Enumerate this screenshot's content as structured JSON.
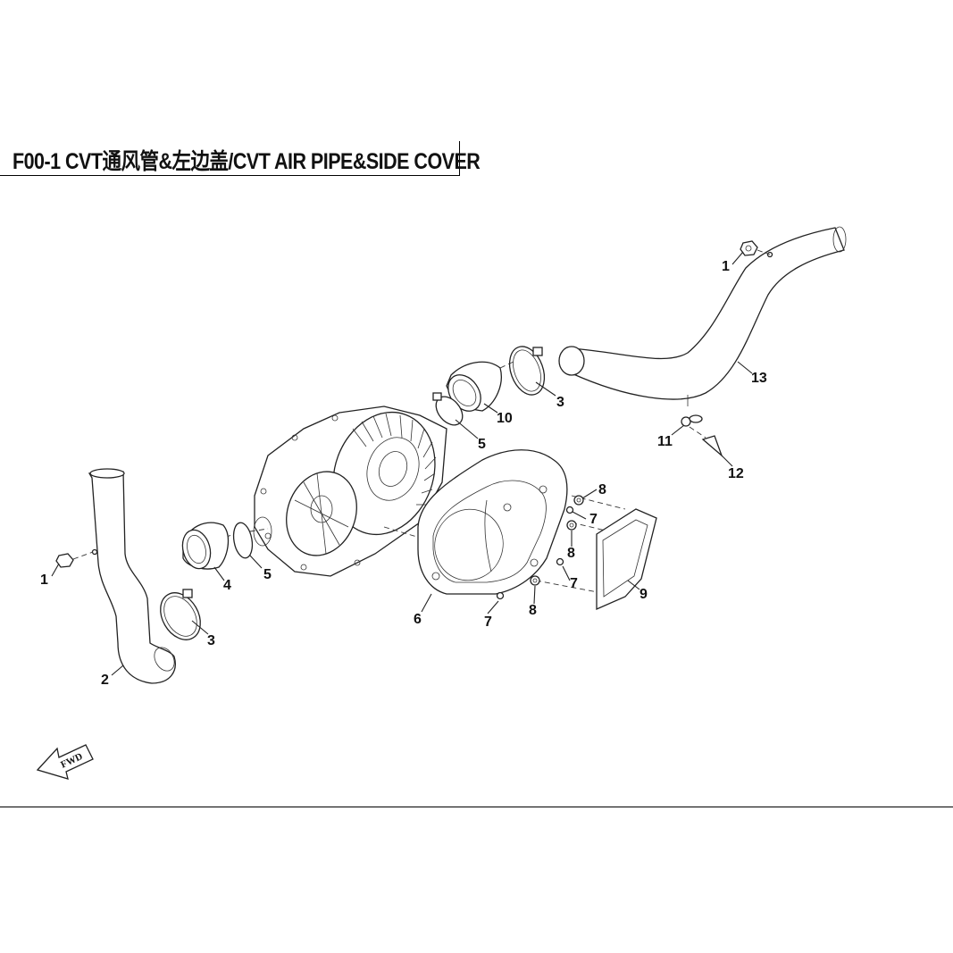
{
  "title": "F00-1 CVT通风管&左边盖/CVT AIR PIPE&SIDE COVER",
  "fwd_label": "FWD",
  "callouts": {
    "c1_top": "1",
    "c1_left": "1",
    "c2": "2",
    "c3_left": "3",
    "c3_top": "3",
    "c4": "4",
    "c5_left": "5",
    "c5_top": "5",
    "c6": "6",
    "c7_a": "7",
    "c7_b": "7",
    "c7_c": "7",
    "c8_a": "8",
    "c8_b": "8",
    "c8_c": "8",
    "c9": "9",
    "c10": "10",
    "c11": "11",
    "c12": "12",
    "c13": "13"
  }
}
